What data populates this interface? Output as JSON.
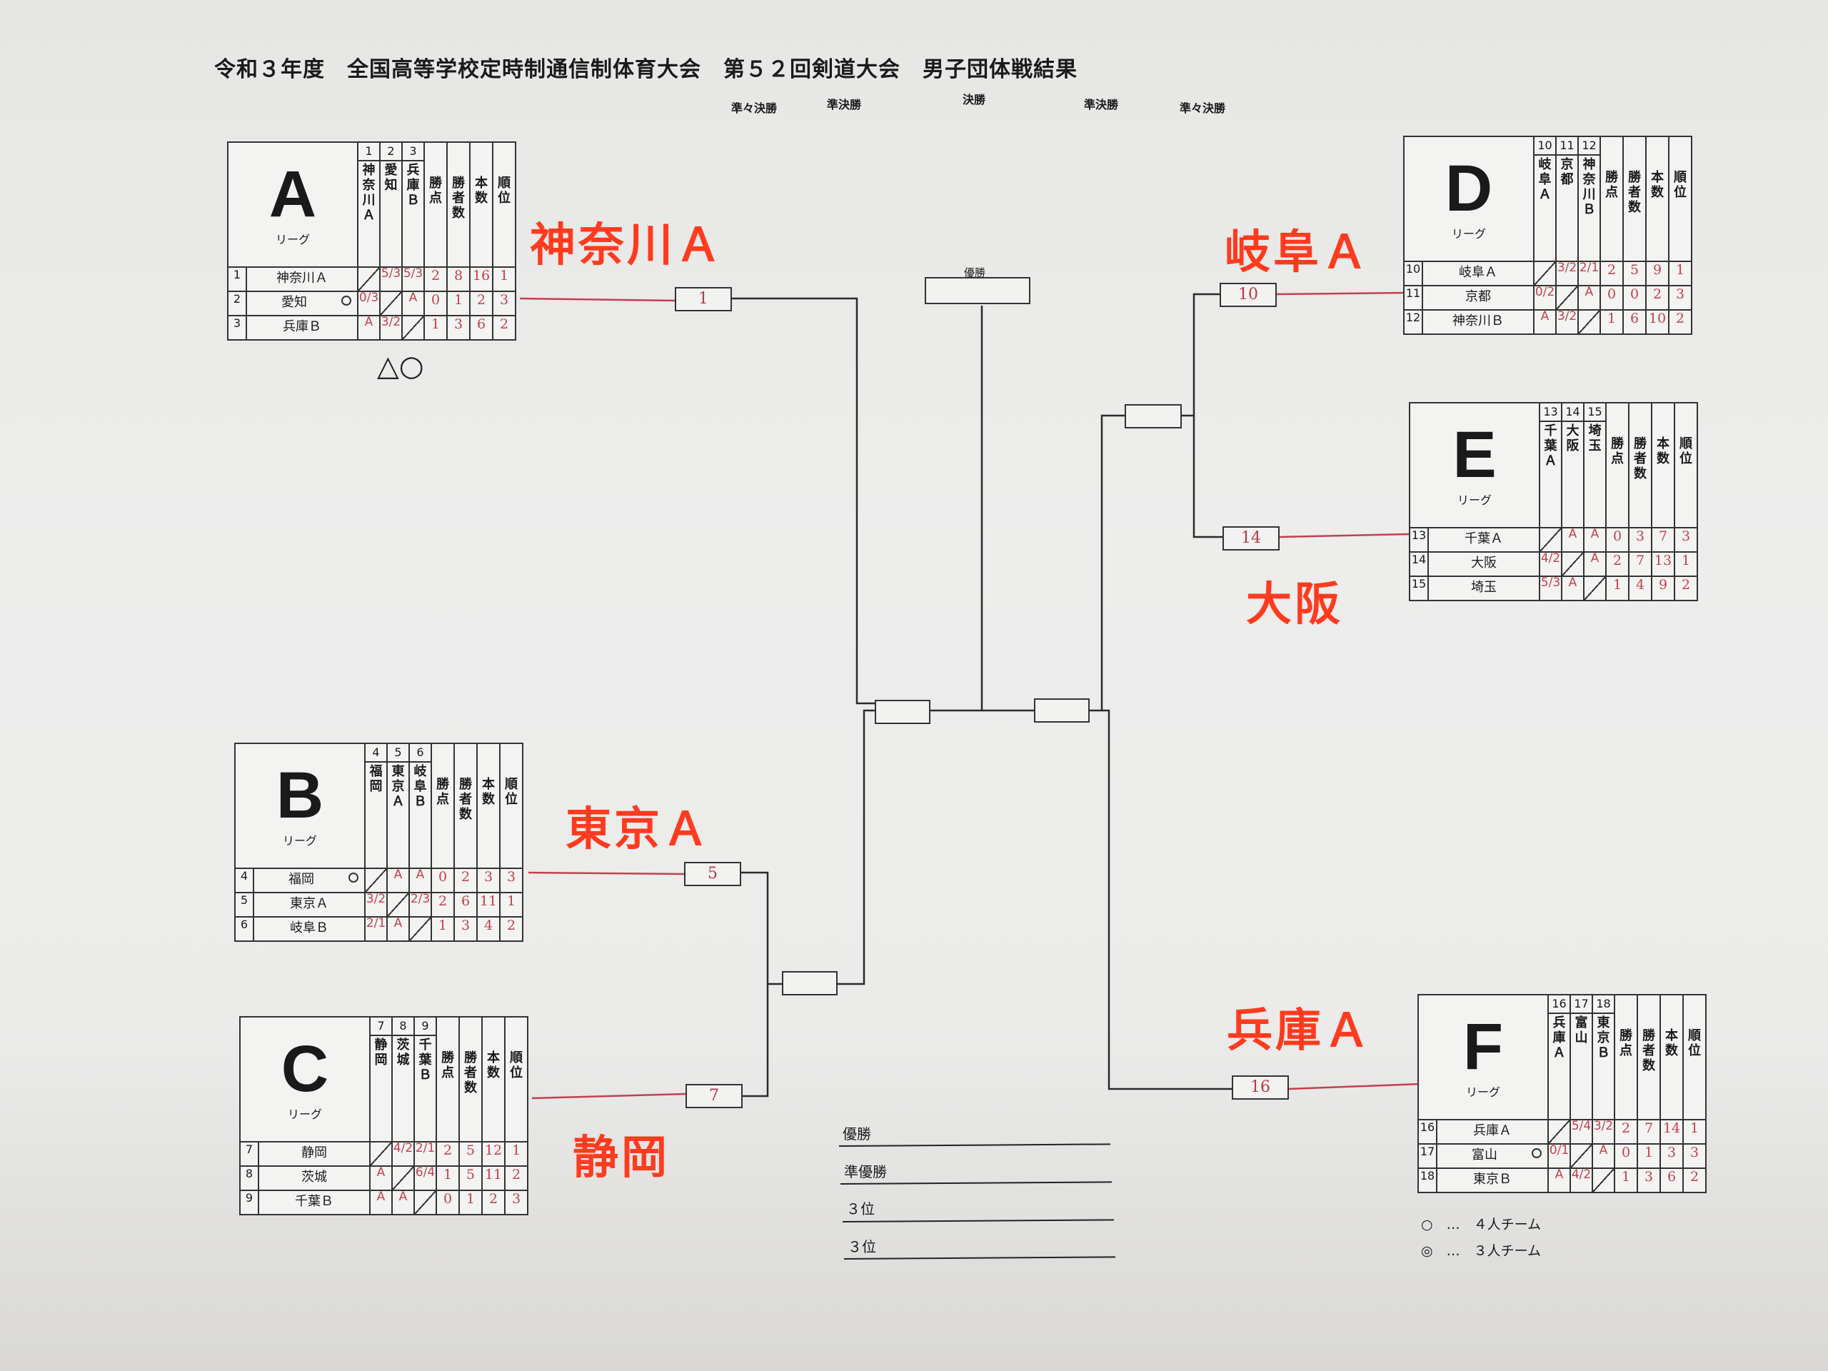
{
  "title": "令和３年度　全国高等学校定時制通信制体育大会　第５２回剣道大会　男子団体戦結果",
  "rounds": {
    "l_qf": "準々決勝",
    "l_sf": "準決勝",
    "final": "決勝",
    "r_sf": "準決勝",
    "r_qf": "準々決勝"
  },
  "champion_label": "優勝",
  "col_headers": {
    "points": "勝点",
    "winners": "勝者数",
    "ippon": "本数",
    "rank": "順位",
    "league": "リーグ"
  },
  "leagues": [
    {
      "letter": "A",
      "teams": [
        {
          "no": "1",
          "head": "神奈川Ａ",
          "name": "神奈川Ａ",
          "marker": "",
          "results": [
            "",
            "5/3",
            "5/3"
          ],
          "points": "2",
          "winners": "8",
          "ippon": "16",
          "rank": "1"
        },
        {
          "no": "2",
          "head": "愛知",
          "name": "愛知",
          "marker": "circle",
          "results": [
            "0/3",
            "",
            "A"
          ],
          "points": "0",
          "winners": "1",
          "ippon": "2",
          "rank": "3"
        },
        {
          "no": "3",
          "head": "兵庫Ｂ",
          "name": "兵庫Ｂ",
          "marker": "",
          "results": [
            "A",
            "3/2",
            ""
          ],
          "points": "1",
          "winners": "3",
          "ippon": "6",
          "rank": "2"
        }
      ]
    },
    {
      "letter": "B",
      "teams": [
        {
          "no": "4",
          "head": "福岡",
          "name": "福岡",
          "marker": "circle",
          "results": [
            "",
            "A",
            "A"
          ],
          "points": "0",
          "winners": "2",
          "ippon": "3",
          "rank": "3"
        },
        {
          "no": "5",
          "head": "東京Ａ",
          "name": "東京Ａ",
          "marker": "",
          "results": [
            "3/2",
            "",
            "2/3"
          ],
          "points": "2",
          "winners": "6",
          "ippon": "11",
          "rank": "1"
        },
        {
          "no": "6",
          "head": "岐阜Ｂ",
          "name": "岐阜Ｂ",
          "marker": "",
          "results": [
            "2/1",
            "A",
            ""
          ],
          "points": "1",
          "winners": "3",
          "ippon": "4",
          "rank": "2"
        }
      ]
    },
    {
      "letter": "C",
      "teams": [
        {
          "no": "7",
          "head": "静岡",
          "name": "静岡",
          "marker": "",
          "results": [
            "",
            "4/2",
            "2/1"
          ],
          "points": "2",
          "winners": "5",
          "ippon": "12",
          "rank": "1"
        },
        {
          "no": "8",
          "head": "茨城",
          "name": "茨城",
          "marker": "",
          "results": [
            "A",
            "",
            "6/4"
          ],
          "points": "1",
          "winners": "5",
          "ippon": "11",
          "rank": "2"
        },
        {
          "no": "9",
          "head": "千葉Ｂ",
          "name": "千葉Ｂ",
          "marker": "",
          "results": [
            "A",
            "A",
            ""
          ],
          "points": "0",
          "winners": "1",
          "ippon": "2",
          "rank": "3"
        }
      ]
    },
    {
      "letter": "D",
      "teams": [
        {
          "no": "10",
          "head": "岐阜Ａ",
          "name": "岐阜Ａ",
          "marker": "",
          "results": [
            "",
            "3/2",
            "2/1"
          ],
          "points": "2",
          "winners": "5",
          "ippon": "9",
          "rank": "1"
        },
        {
          "no": "11",
          "head": "京都",
          "name": "京都",
          "marker": "",
          "results": [
            "0/2",
            "",
            "A"
          ],
          "points": "0",
          "winners": "0",
          "ippon": "2",
          "rank": "3"
        },
        {
          "no": "12",
          "head": "神奈川Ｂ",
          "name": "神奈川Ｂ",
          "marker": "",
          "results": [
            "A",
            "3/2",
            ""
          ],
          "points": "1",
          "winners": "6",
          "ippon": "10",
          "rank": "2"
        }
      ]
    },
    {
      "letter": "E",
      "teams": [
        {
          "no": "13",
          "head": "千葉Ａ",
          "name": "千葉Ａ",
          "marker": "",
          "results": [
            "",
            "A",
            "A"
          ],
          "points": "0",
          "winners": "3",
          "ippon": "7",
          "rank": "3"
        },
        {
          "no": "14",
          "head": "大阪",
          "name": "大阪",
          "marker": "",
          "results": [
            "4/2",
            "",
            "A"
          ],
          "points": "2",
          "winners": "7",
          "ippon": "13",
          "rank": "1"
        },
        {
          "no": "15",
          "head": "埼玉",
          "name": "埼玉",
          "marker": "",
          "results": [
            "5/3",
            "A",
            ""
          ],
          "points": "1",
          "winners": "4",
          "ippon": "9",
          "rank": "2"
        }
      ]
    },
    {
      "letter": "F",
      "teams": [
        {
          "no": "16",
          "head": "兵庫Ａ",
          "name": "兵庫Ａ",
          "marker": "",
          "results": [
            "",
            "5/4",
            "3/2"
          ],
          "points": "2",
          "winners": "7",
          "ippon": "14",
          "rank": "1"
        },
        {
          "no": "17",
          "head": "富山",
          "name": "富山",
          "marker": "circle",
          "results": [
            "0/1",
            "",
            "A"
          ],
          "points": "0",
          "winners": "1",
          "ippon": "3",
          "rank": "3"
        },
        {
          "no": "18",
          "head": "東京Ｂ",
          "name": "東京Ｂ",
          "marker": "",
          "results": [
            "A",
            "4/2",
            ""
          ],
          "points": "1",
          "winners": "3",
          "ippon": "6",
          "rank": "2"
        }
      ]
    }
  ],
  "handwritten": {
    "a": "神奈川Ａ",
    "b": "東京Ａ",
    "c": "静岡",
    "d": "岐阜Ａ",
    "e": "大阪",
    "f": "兵庫Ａ"
  },
  "bracket_numbers": {
    "a": "1",
    "b": "5",
    "c": "7",
    "d": "10",
    "e": "14",
    "f": "16"
  },
  "note_under_a": "△○",
  "results_list": {
    "first": "優勝",
    "second": "準優勝",
    "third_1": "３位",
    "third_2": "３位"
  },
  "legend": [
    {
      "symbol": "○",
      "text": "…　４人チーム"
    },
    {
      "symbol": "◎",
      "text": "…　３人チーム"
    }
  ],
  "colors": {
    "handwriting": "#ff3b1f",
    "pen": "#c2404e",
    "ink": "#1a1a1a"
  }
}
